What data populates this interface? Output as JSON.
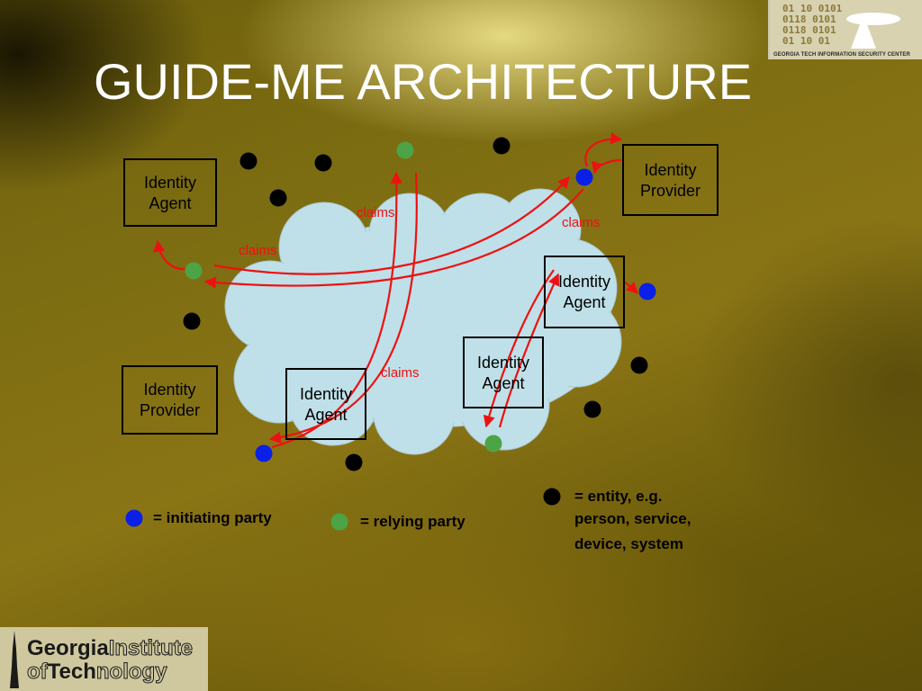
{
  "slide": {
    "title": "GUIDE-ME ARCHITECTURE"
  },
  "diagram": {
    "boxes": {
      "identity_agent_tl": {
        "line1": "Identity",
        "line2": "Agent"
      },
      "identity_provider_tr": {
        "line1": "Identity",
        "line2": "Provider"
      },
      "identity_agent_right": {
        "line1": "Identity",
        "line2": "Agent"
      },
      "identity_agent_center": {
        "line1": "Identity",
        "line2": "Agent"
      },
      "identity_agent_bottom": {
        "line1": "Identity",
        "line2": "Agent"
      },
      "identity_provider_bl": {
        "line1": "Identity",
        "line2": "Provider"
      }
    },
    "edge_labels": {
      "claims_top": "claims",
      "claims_left": "claims",
      "claims_right": "claims",
      "claims_bottom": "claims"
    },
    "colors": {
      "cloud": "#bfe0e8",
      "arrow": "#ee1111",
      "initiating": "#0a20e6",
      "relying": "#4ca446",
      "entity": "#000000"
    }
  },
  "legend": {
    "initiating": "= initiating party",
    "relying": "= relying party",
    "entity_line1": "= entity, e.g.",
    "entity_line2": "person, service,",
    "entity_line3": "device, system"
  },
  "logos": {
    "gtisc_caption": "GEORGIA TECH INFORMATION SECURITY CENTER",
    "gt_line1_a": "Georgia",
    "gt_line1_b": "Institute",
    "gt_line2_a": "of",
    "gt_line2_b": "Tech",
    "gt_line2_c": "nology"
  }
}
